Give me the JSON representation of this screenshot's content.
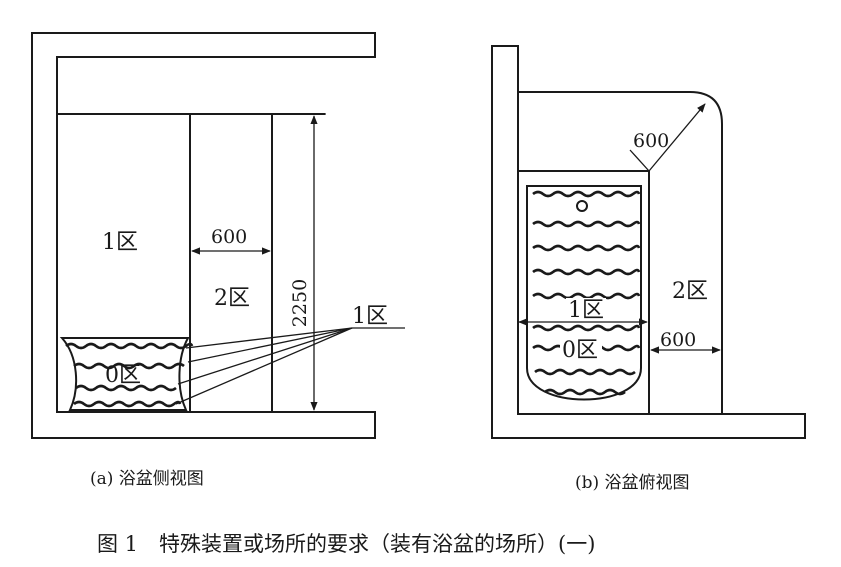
{
  "side_view": {
    "zone1_left": "1区",
    "zone2": "2区",
    "zone0": "0区",
    "zone1_pointer": "1区",
    "width_dim": "600",
    "height_dim": "2250",
    "caption": "(a) 浴盆侧视图"
  },
  "top_view": {
    "corner_radius_dim": "600",
    "zone2": "2区",
    "zone1": "1区",
    "zone0": "0区",
    "width_dim": "600",
    "caption": "(b) 浴盆俯视图"
  },
  "figure_title": "图 1　特殊装置或场所的要求（装有浴盆的场所）(一)"
}
